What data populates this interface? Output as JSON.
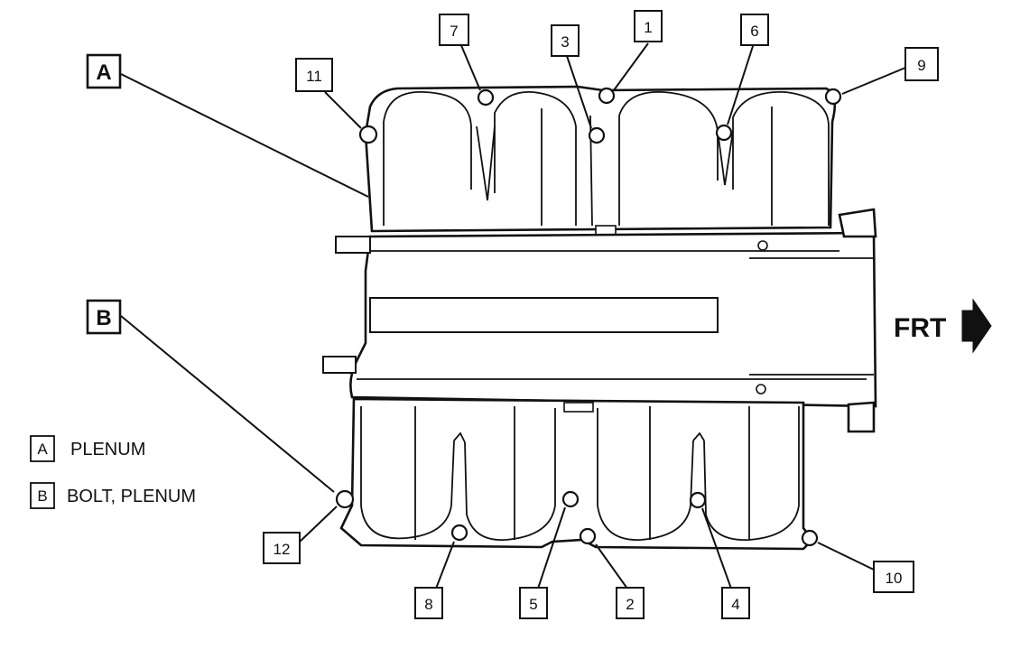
{
  "callouts": {
    "A": "A",
    "B": "B"
  },
  "legend": [
    {
      "key": "A",
      "text": "PLENUM"
    },
    {
      "key": "B",
      "text": "BOLT, PLENUM"
    }
  ],
  "direction_label": "FRT",
  "bolts": [
    {
      "number": "1"
    },
    {
      "number": "2"
    },
    {
      "number": "3"
    },
    {
      "number": "4"
    },
    {
      "number": "5"
    },
    {
      "number": "6"
    },
    {
      "number": "7"
    },
    {
      "number": "8"
    },
    {
      "number": "9"
    },
    {
      "number": "10"
    },
    {
      "number": "11"
    },
    {
      "number": "12"
    }
  ]
}
